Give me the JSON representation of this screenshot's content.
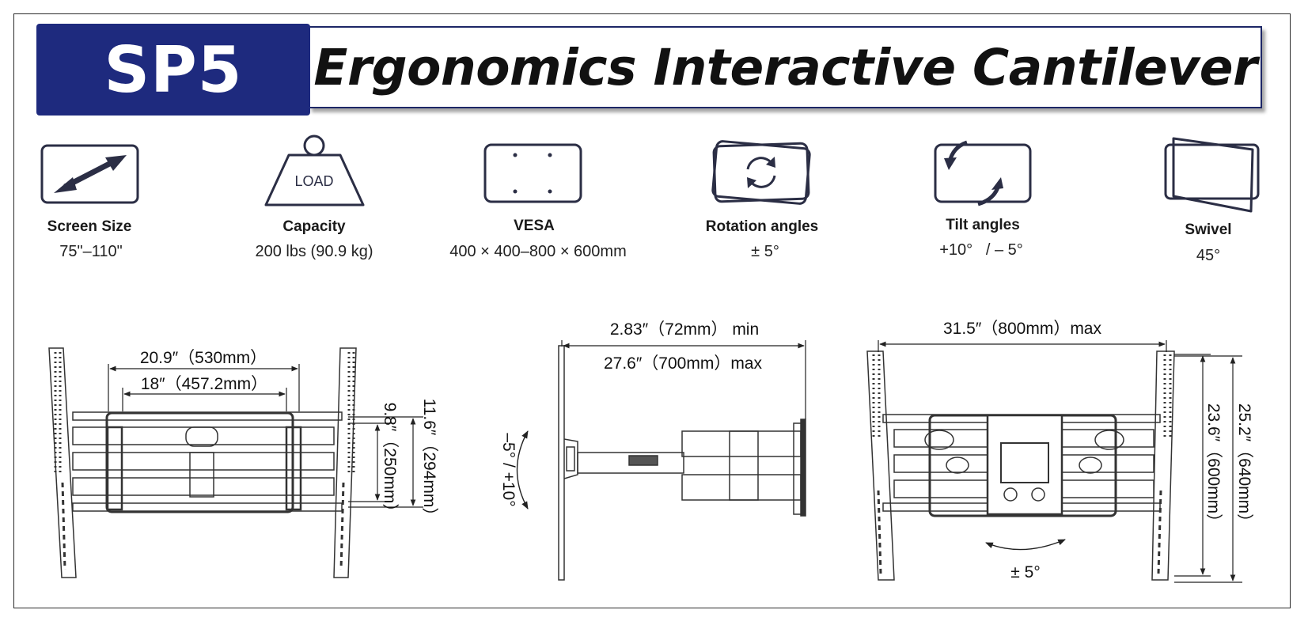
{
  "header": {
    "model": "SP5",
    "title": "Ergonomics Interactive Cantilever",
    "model_bg_color": "#1e2a7e"
  },
  "specs": [
    {
      "label": "Screen Size",
      "value": "75\"–110\"",
      "icon": "diagonal-arrow-icon"
    },
    {
      "label": "Capacity",
      "value": "200 lbs (90.9 kg)",
      "icon": "weight-load-icon",
      "icon_text": "LOAD"
    },
    {
      "label": "VESA",
      "value": "400 × 400–800 × 600mm",
      "icon": "vesa-plate-icon"
    },
    {
      "label": "Rotation angles",
      "value": "± 5°",
      "icon": "rotation-icon"
    },
    {
      "label": "Tilt angles",
      "value": "+10°   / – 5°",
      "icon": "tilt-icon"
    },
    {
      "label": "Swivel",
      "value": "45°",
      "icon": "swivel-icon"
    }
  ],
  "diagrams": {
    "front": {
      "width_outer": "20.9″（530mm）",
      "width_inner": "18″（457.2mm）",
      "height_inner": "9.8″（250mm）",
      "height_outer": "11.6″（294mm）"
    },
    "side": {
      "depth_min": "2.83″（72mm） min",
      "depth_max": "27.6″（700mm）max",
      "tilt": "–5° / +10°"
    },
    "back": {
      "width_max": "31.5″（800mm）max",
      "height_inner": "23.6″（600mm）",
      "height_outer": "25.2″（640mm）",
      "rotation": "± 5°"
    }
  }
}
